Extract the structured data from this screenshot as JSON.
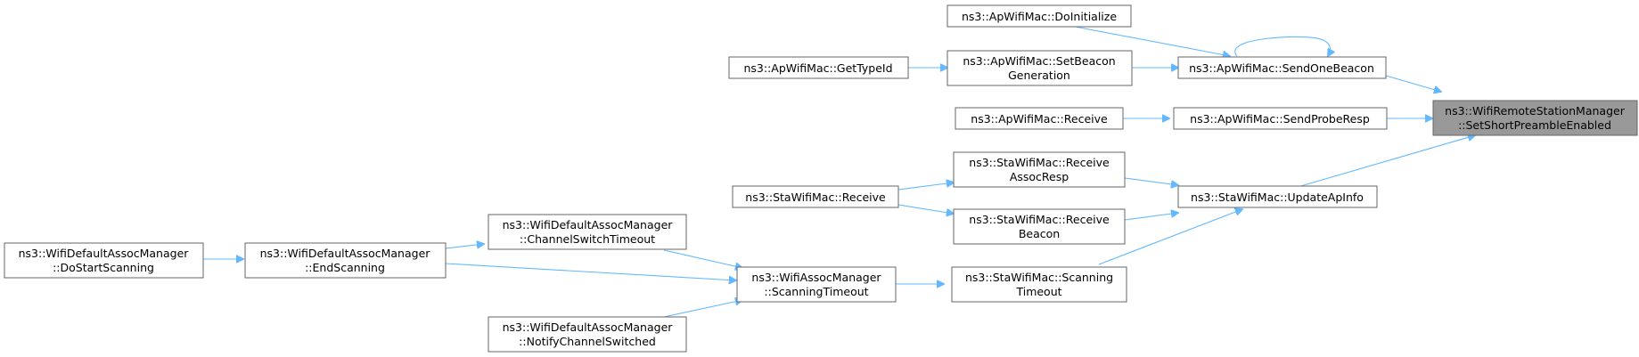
{
  "diagram": {
    "type": "call-graph",
    "nodes": [
      {
        "id": "target",
        "lines": [
          "ns3::WifiRemoteStationManager",
          "::SetShortPreambleEnabled"
        ],
        "highlight": true
      },
      {
        "id": "sendonebeacon",
        "lines": [
          "ns3::ApWifiMac::SendOneBeacon"
        ]
      },
      {
        "id": "doinitialize",
        "lines": [
          "ns3::ApWifiMac::DoInitialize"
        ]
      },
      {
        "id": "setbeacongen",
        "lines": [
          "ns3::ApWifiMac::SetBeacon",
          "Generation"
        ]
      },
      {
        "id": "gettypeid",
        "lines": [
          "ns3::ApWifiMac::GetTypeId"
        ]
      },
      {
        "id": "sendproberesp",
        "lines": [
          "ns3::ApWifiMac::SendProbeResp"
        ]
      },
      {
        "id": "apreceive",
        "lines": [
          "ns3::ApWifiMac::Receive"
        ]
      },
      {
        "id": "updateapinfo",
        "lines": [
          "ns3::StaWifiMac::UpdateApInfo"
        ]
      },
      {
        "id": "recvassocresp",
        "lines": [
          "ns3::StaWifiMac::Receive",
          "AssocResp"
        ]
      },
      {
        "id": "recvbeacon",
        "lines": [
          "ns3::StaWifiMac::Receive",
          "Beacon"
        ]
      },
      {
        "id": "stareceive",
        "lines": [
          "ns3::StaWifiMac::Receive"
        ]
      },
      {
        "id": "scantimeout",
        "lines": [
          "ns3::StaWifiMac::Scanning",
          "Timeout"
        ]
      },
      {
        "id": "assocscantimeout",
        "lines": [
          "ns3::WifiAssocManager",
          "::ScanningTimeout"
        ]
      },
      {
        "id": "chanswitchtimeout",
        "lines": [
          "ns3::WifiDefaultAssocManager",
          "::ChannelSwitchTimeout"
        ]
      },
      {
        "id": "endscanning",
        "lines": [
          "ns3::WifiDefaultAssocManager",
          "::EndScanning"
        ]
      },
      {
        "id": "notifychanswitched",
        "lines": [
          "ns3::WifiDefaultAssocManager",
          "::NotifyChannelSwitched"
        ]
      },
      {
        "id": "dostartscanning",
        "lines": [
          "ns3::WifiDefaultAssocManager",
          "::DoStartScanning"
        ]
      }
    ],
    "edges": [
      {
        "from": "sendonebeacon",
        "to": "target"
      },
      {
        "from": "sendonebeacon",
        "to": "sendonebeacon"
      },
      {
        "from": "doinitialize",
        "to": "sendonebeacon"
      },
      {
        "from": "setbeacongen",
        "to": "sendonebeacon"
      },
      {
        "from": "gettypeid",
        "to": "setbeacongen"
      },
      {
        "from": "sendproberesp",
        "to": "target"
      },
      {
        "from": "apreceive",
        "to": "sendproberesp"
      },
      {
        "from": "updateapinfo",
        "to": "target"
      },
      {
        "from": "recvassocresp",
        "to": "updateapinfo"
      },
      {
        "from": "recvbeacon",
        "to": "updateapinfo"
      },
      {
        "from": "scantimeout",
        "to": "updateapinfo"
      },
      {
        "from": "stareceive",
        "to": "recvassocresp"
      },
      {
        "from": "stareceive",
        "to": "recvbeacon"
      },
      {
        "from": "assocscantimeout",
        "to": "scantimeout"
      },
      {
        "from": "chanswitchtimeout",
        "to": "assocscantimeout"
      },
      {
        "from": "endscanning",
        "to": "assocscantimeout"
      },
      {
        "from": "notifychanswitched",
        "to": "assocscantimeout"
      },
      {
        "from": "endscanning",
        "to": "chanswitchtimeout"
      },
      {
        "from": "dostartscanning",
        "to": "endscanning"
      }
    ]
  },
  "colors": {
    "edge": "#63b8ff",
    "node_border": "#666666",
    "node_fill": "#ffffff",
    "highlight_fill": "#999999"
  }
}
